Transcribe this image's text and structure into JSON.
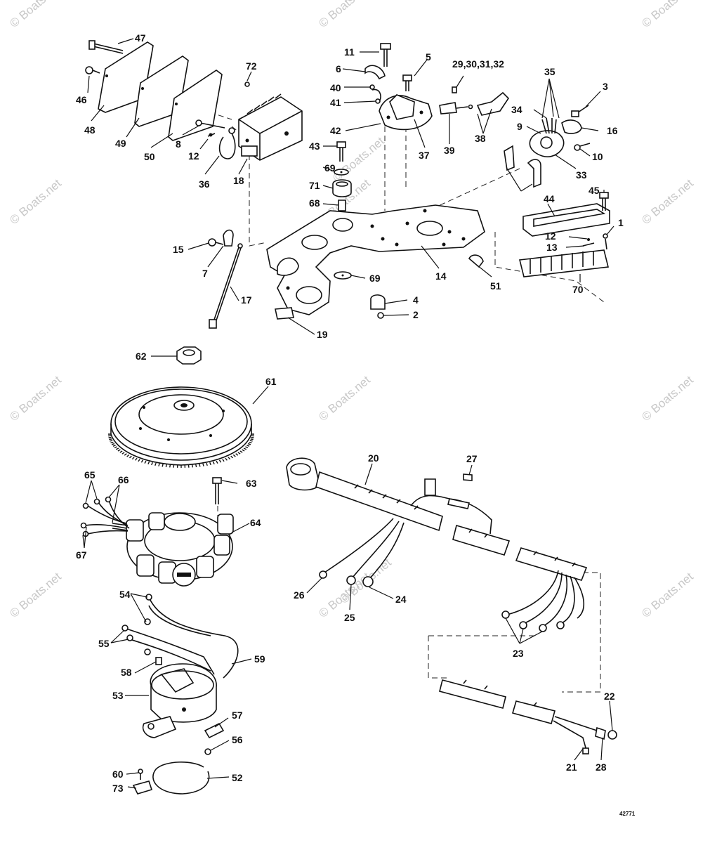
{
  "diagram": {
    "watermark_text": "© Boats.net",
    "drawing_code": "42771",
    "part_labels": [
      "1",
      "2",
      "3",
      "4",
      "5",
      "6",
      "7",
      "8",
      "9",
      "10",
      "11",
      "12",
      "13",
      "14",
      "15",
      "16",
      "17",
      "18",
      "19",
      "20",
      "21",
      "22",
      "23",
      "24",
      "25",
      "26",
      "27",
      "28",
      "29,30,31,32",
      "33",
      "34",
      "35",
      "36",
      "37",
      "38",
      "39",
      "40",
      "41",
      "42",
      "43",
      "44",
      "45",
      "46",
      "47",
      "48",
      "49",
      "50",
      "51",
      "52",
      "53",
      "54",
      "55",
      "56",
      "57",
      "58",
      "59",
      "60",
      "61",
      "62",
      "63",
      "64",
      "65",
      "66",
      "67",
      "68",
      "69",
      "70",
      "71",
      "72",
      "73"
    ]
  }
}
